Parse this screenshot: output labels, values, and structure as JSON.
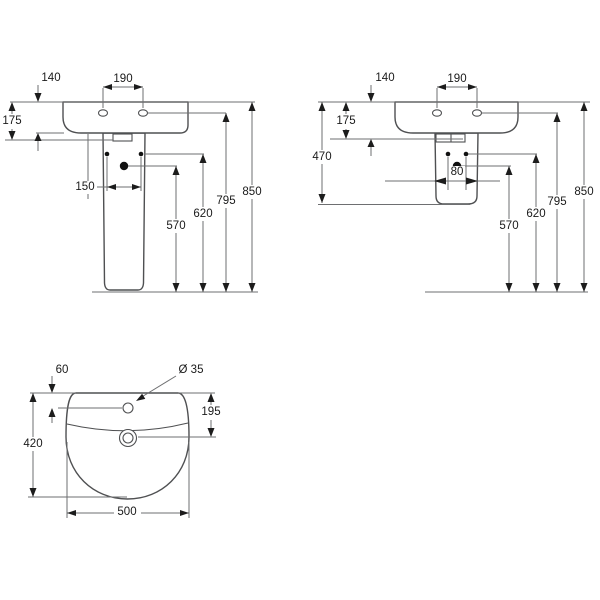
{
  "drawing": {
    "views": {
      "front_full_pedestal": {
        "dims": {
          "fixing_drop": "140",
          "hole_spacing": "190",
          "basin_height": "175",
          "bolt_spacing": "150",
          "trap_height": "570",
          "bolt_height": "620",
          "ledge_height": "795",
          "rim_height": "850"
        }
      },
      "front_semi_pedestal": {
        "dims": {
          "fixing_drop": "140",
          "hole_spacing": "190",
          "basin_height": "175",
          "semi_pedestal_drop": "470",
          "bolt_spacing": "80",
          "trap_height": "570",
          "bolt_height": "620",
          "ledge_height": "795",
          "rim_height": "850"
        }
      },
      "plan": {
        "dims": {
          "taphole_offset": "60",
          "taphole_diameter": "Ø 35",
          "drain_offset": "195",
          "depth": "420",
          "width": "500"
        }
      }
    },
    "colors": {
      "outline": "#4f5052",
      "dimension_lines": "#6e6f71",
      "ink": "#1a1a1a",
      "background": "#ffffff"
    }
  }
}
